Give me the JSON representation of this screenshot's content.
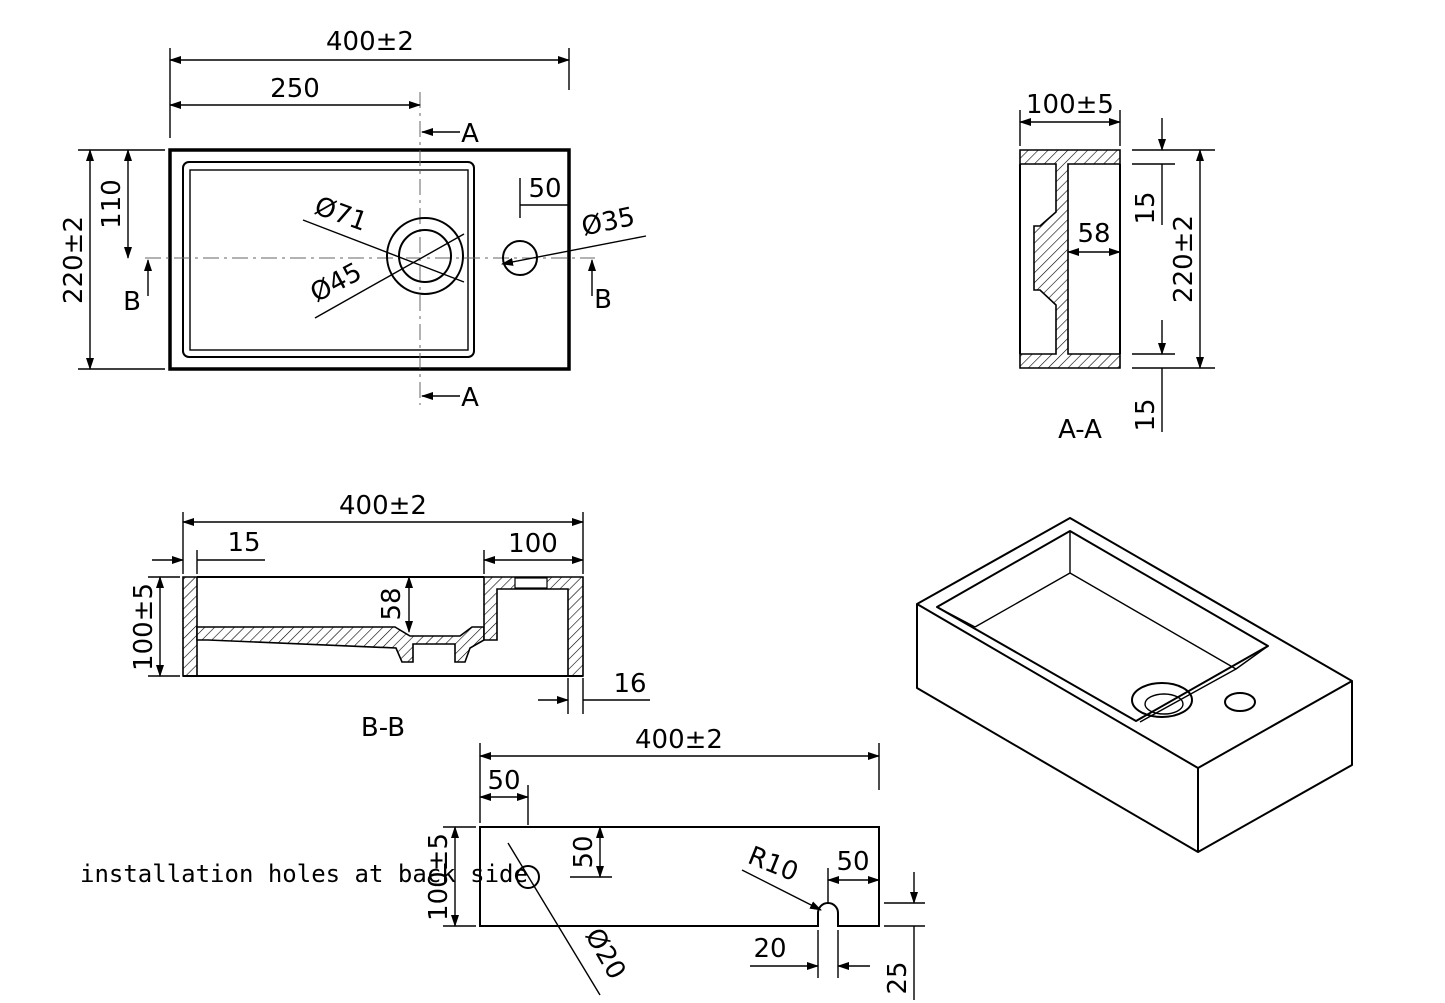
{
  "top_view": {
    "width_overall": "400±2",
    "width_to_center": "250",
    "height_overall": "220±2",
    "height_to_center": "110",
    "hole_offset": "50",
    "diameter_outer": "Ø71",
    "diameter_inner": "Ø45",
    "diameter_tap": "Ø35",
    "section_a": "A",
    "section_b": "B"
  },
  "section_aa": {
    "width": "100±5",
    "height": "220±2",
    "depth": "58",
    "wall_top": "15",
    "wall_bottom": "15",
    "label": "A-A"
  },
  "section_bb": {
    "width": "400±2",
    "wall_left": "15",
    "shelf_width": "100",
    "height": "100±5",
    "depth": "58",
    "wall_right": "16",
    "label": "B-B"
  },
  "back_view": {
    "width": "400±2",
    "left_offset": "50",
    "hole_height": "50",
    "height": "100±5",
    "slot_radius": "R10",
    "slot_offset": "50",
    "hole_diameter": "Ø20",
    "slot_width": "20",
    "slot_depth": "25",
    "note": "installation holes at back side"
  }
}
